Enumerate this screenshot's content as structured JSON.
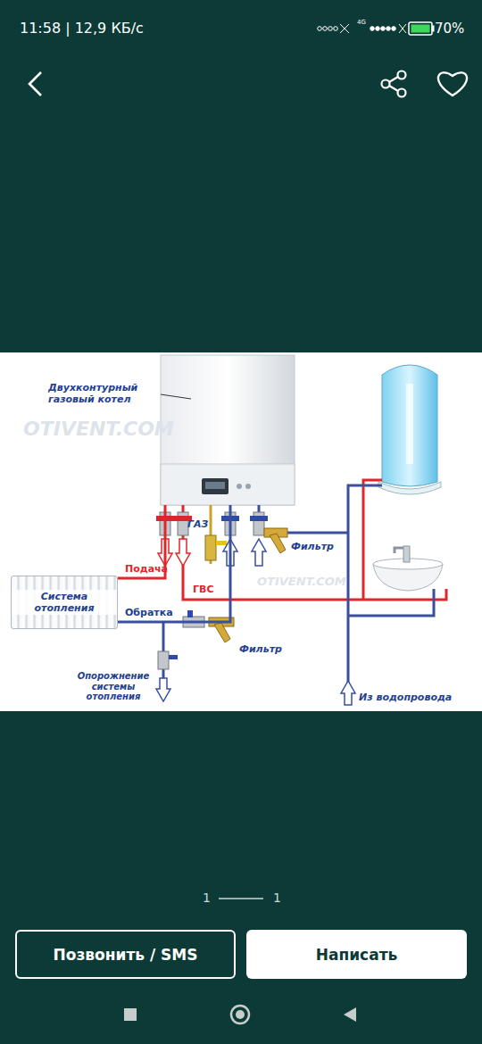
{
  "diagram": {
    "nodes": [
      {
        "text": [
          "Двухконтурный газовый котел"
        ]
      },
      {
        "text": [
          "Система отопления"
        ]
      },
      {
        "text": [
          "Позвонить / SMS"
        ]
      },
      {
        "text": [
          "Написать"
        ]
      }
    ],
    "edges": [
      {
        "from": 0,
        "to": 1,
        "arrow": "none",
        "label": "Подача"
      },
      {
        "from": 1,
        "to": 0,
        "arrow": "none",
        "label": "Обратка"
      }
    ],
    "labels": [
      "OTIVENT.COM",
      "OTIVENT.COM",
      "ГАЗ",
      "ГВС",
      "Фильтр",
      "Фильтр",
      "Опорожнение системы отопления",
      "Из водопровода",
      "11:58 | 12,9 КБ/с",
      "4G",
      "70%",
      "1",
      "1"
    ]
  }
}
